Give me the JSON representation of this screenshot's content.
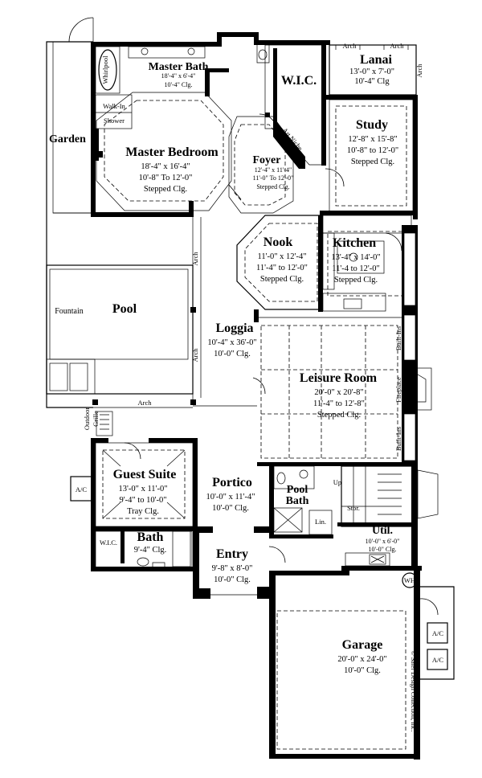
{
  "rooms": {
    "master_bath": {
      "name": "Master Bath",
      "size": "18'-4\" x 6'-4\"",
      "ceiling": "10'-4\" Clg."
    },
    "wic_top": {
      "name": "W.I.C."
    },
    "lanai": {
      "name": "Lanai",
      "size": "13'-0\" x 7'-0\"",
      "ceiling": "10'-4\" Clg"
    },
    "garden": {
      "name": "Garden"
    },
    "walk_in_shower": {
      "line1": "Walk-In",
      "line2": "Shower"
    },
    "whirlpool": {
      "name": "Whirlpool"
    },
    "master_bedroom": {
      "name": "Master Bedroom",
      "size": "18'-4\" x 16'-4\"",
      "ceiling": "10'-8\" To 12'-0\"",
      "ceiling2": "Stepped Clg."
    },
    "foyer": {
      "name": "Foyer",
      "size": "12'-4\" x 11'-4\"",
      "ceiling": "11'-0\" To 12'-0\"",
      "ceiling2": "Stepped Clg."
    },
    "study": {
      "name": "Study",
      "size": "12'-8\" x 15'-8\"",
      "ceiling": "10'-8\" to 12'-0\"",
      "ceiling2": "Stepped Clg."
    },
    "nook": {
      "name": "Nook",
      "size": "11'-0\" x 12'-4\"",
      "ceiling": "11'-4\" to 12'-0\"",
      "ceiling2": "Stepped Clg."
    },
    "kitchen": {
      "name": "Kitchen",
      "size": "13'-4\" x 14'-0\"",
      "ceiling": "11'-4 to 12'-0\"",
      "ceiling2": "Stepped Clg."
    },
    "pool": {
      "name": "Pool"
    },
    "fountain": {
      "name": "Fountain"
    },
    "loggia": {
      "name": "Loggia",
      "size": "10'-4\" x 36'-0\"",
      "ceiling": "10'-0\" Clg."
    },
    "leisure_room": {
      "name": "Leisure Room",
      "size": "20'-0\" x 20'-8\"",
      "ceiling": "11'-4\" to 12'-8\"",
      "ceiling2": "Stepped Clg."
    },
    "outdoor_grille": {
      "line1": "Outdoor",
      "line2": "Grille"
    },
    "guest_suite": {
      "name": "Guest Suite",
      "size": "13'-0\" x 11'-0\"",
      "ceiling": "9'-4\" to 10'-0\"",
      "ceiling2": "Tray Clg."
    },
    "portico": {
      "name": "Portico",
      "size": "10'-0\" x 11'-4\"",
      "ceiling": "10'-0\" Clg."
    },
    "pool_bath": {
      "line1": "Pool",
      "line2": "Bath"
    },
    "bath": {
      "name": "Bath",
      "ceiling": "9'-4\" Clg."
    },
    "wic_guest": {
      "name": "W.I.C."
    },
    "entry": {
      "name": "Entry",
      "size": "9'-8\" x 8'-0\"",
      "ceiling": "10'-0\" Clg."
    },
    "util": {
      "name": "Util.",
      "size": "10'-0\" x 6'-0\"",
      "ceiling": "10'-0\" Clg."
    },
    "garage": {
      "name": "Garage",
      "size": "20'-0\" x 24'-0\"",
      "ceiling": "10'-0\" Clg."
    }
  },
  "labels": {
    "arch": "Arch",
    "art_niche": "Art Niche",
    "built_ins": "Built-Ins",
    "fireplace": "Fireplace",
    "up": "Up",
    "stor": "Stor.",
    "lin": "Lin.",
    "wh": "WH",
    "ac": "A/C"
  },
  "copyright": "© Sater Design Collection, Inc."
}
